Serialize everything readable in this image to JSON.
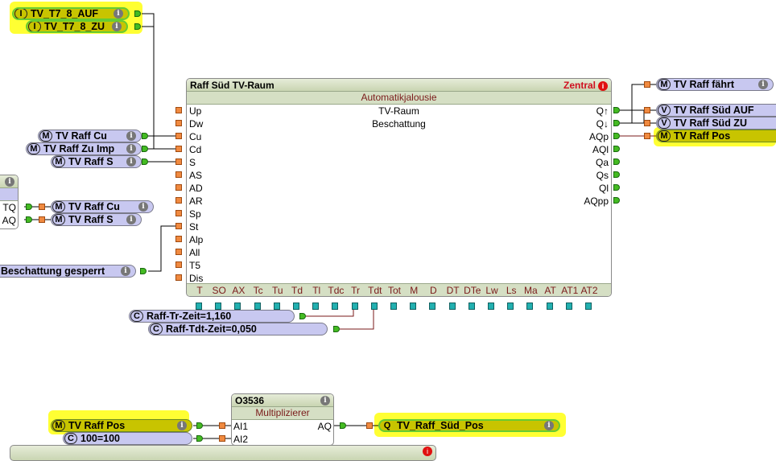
{
  "top_inputs": [
    {
      "type": "I",
      "label": "TV_T7_8_AUF"
    },
    {
      "type": "I",
      "label": "TV_T7_8_ZU"
    }
  ],
  "left_inputs": [
    {
      "type": "M",
      "label": "TV Raff Cu"
    },
    {
      "type": "M",
      "label": "TV Raff Zu Imp"
    },
    {
      "type": "M",
      "label": "TV Raff S"
    }
  ],
  "left_block": {
    "outputs": [
      "TQ",
      "AQ"
    ]
  },
  "left_block_targets": [
    {
      "type": "M",
      "label": "TV Raff Cu"
    },
    {
      "type": "M",
      "label": "TV Raff S"
    }
  ],
  "lock_input": {
    "label": "Beschattung gesperrt"
  },
  "main_block": {
    "title": "Raff Süd TV-Raum",
    "zone": "Zentral",
    "type": "Automatikjalousie",
    "desc1": "TV-Raum",
    "desc2": "Beschattung",
    "inputs": [
      "Up",
      "Dw",
      "Cu",
      "Cd",
      "S",
      "AS",
      "AD",
      "AR",
      "Sp",
      "St",
      "Alp",
      "All",
      "T5",
      "Dis"
    ],
    "outputs": [
      "Q↑",
      "Q↓",
      "AQp",
      "AQl",
      "Qa",
      "Qs",
      "Ql",
      "AQpp"
    ],
    "params": [
      "T",
      "SO",
      "AX",
      "Tc",
      "Tu",
      "Td",
      "Tl",
      "Tdc",
      "Tr",
      "Tdt",
      "Tot",
      "M",
      "D",
      "DT",
      "DTe",
      "Lw",
      "Ls",
      "Ma",
      "AT",
      "AT1",
      "AT2"
    ]
  },
  "constants": [
    {
      "type": "C",
      "label": "Raff-Tr-Zeit=1,160"
    },
    {
      "type": "C",
      "label": "Raff-Tdt-Zeit=0,050"
    }
  ],
  "right_outputs": [
    {
      "type": "M",
      "label": "TV Raff fährt"
    },
    {
      "type": "V",
      "label": "TV Raff Süd AUF"
    },
    {
      "type": "V",
      "label": "TV Raff Süd ZU"
    },
    {
      "type": "M",
      "label": "TV Raff Pos"
    }
  ],
  "mult_block": {
    "title": "O3536",
    "type": "Multiplizierer",
    "inputs": [
      "AI1",
      "AI2"
    ],
    "output": "AQ"
  },
  "mult_inputs": [
    {
      "type": "M",
      "label": "TV Raff Pos"
    },
    {
      "type": "C",
      "label": "100=100"
    }
  ],
  "mult_output": {
    "type": "Q",
    "label": "TV_Raff_Süd_Pos"
  },
  "info_glyph": "i"
}
